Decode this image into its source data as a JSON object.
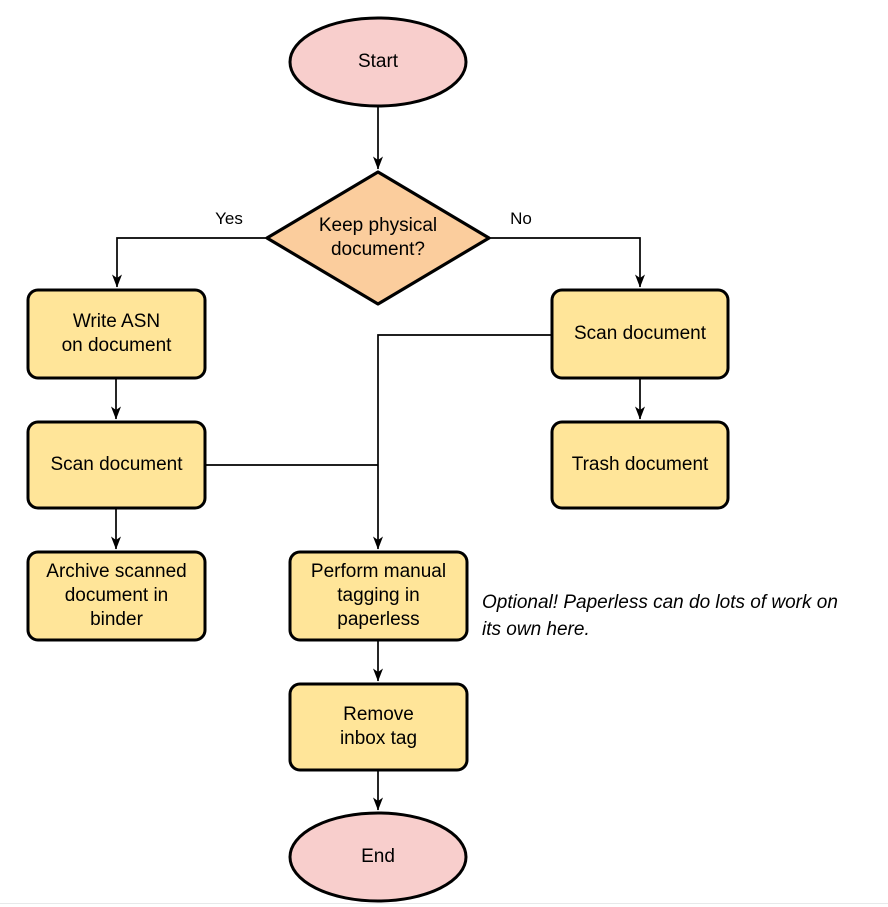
{
  "colors": {
    "node_pink": "#f8cecc",
    "node_orange": "#fbcd9d",
    "node_yellow": "#ffe599",
    "stroke": "#000000"
  },
  "nodes": {
    "start": {
      "label": "Start"
    },
    "decision": {
      "label": "Keep physical\ndocument?"
    },
    "write_asn": {
      "label": "Write ASN\non document"
    },
    "scan_left": {
      "label": "Scan document"
    },
    "archive": {
      "label": "Archive scanned\ndocument in\nbinder"
    },
    "scan_right": {
      "label": "Scan document"
    },
    "trash": {
      "label": "Trash document"
    },
    "tagging": {
      "label": "Perform manual\ntagging in\npaperless"
    },
    "remove_inbox": {
      "label": "Remove\ninbox tag"
    },
    "end": {
      "label": "End"
    }
  },
  "edges": {
    "yes": "Yes",
    "no": "No"
  },
  "note": "Optional! Paperless can do lots of work on\nits own here."
}
